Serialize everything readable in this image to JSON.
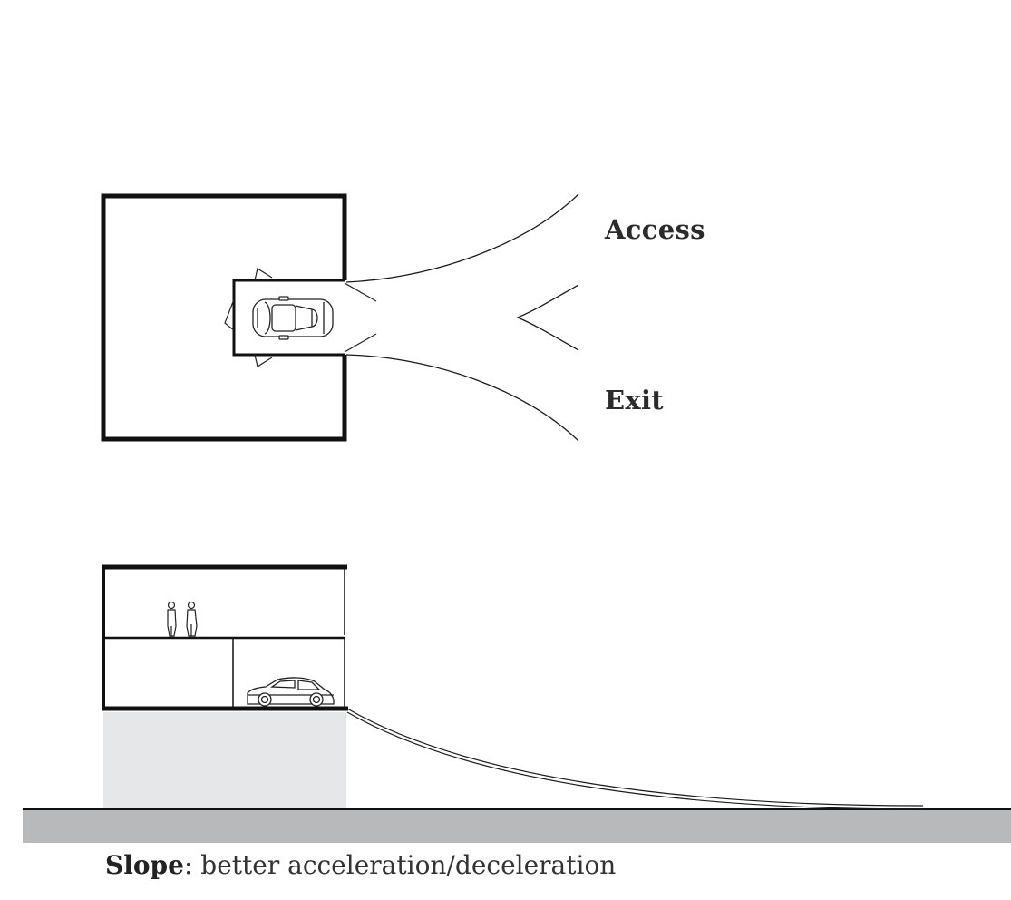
{
  "labels": {
    "access": "Access",
    "exit": "Exit"
  },
  "caption": {
    "term": "Slope",
    "separator": ":",
    "text": " better acceleration/deceleration"
  },
  "colors": {
    "line": "#1a1a1a",
    "wall": "#111111",
    "ground_fill": "#b8b9bb",
    "foundation_fill": "#e6e7e8",
    "text": "#2b2b2b"
  }
}
